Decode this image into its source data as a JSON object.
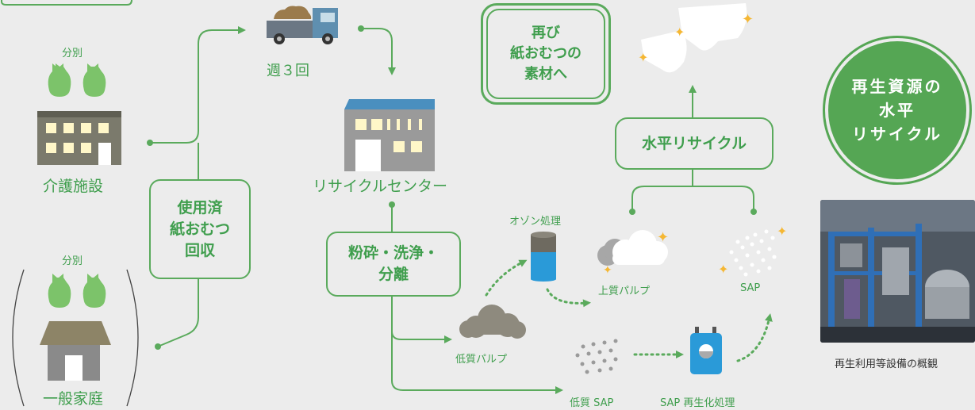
{
  "sorting_label_facility": "分別",
  "sorting_label_home": "分別",
  "facility_label": "介護施設",
  "home_label": "一般家庭",
  "collection_box": "使用済\n紙おむつ\n回収",
  "frequency_label": "週３回",
  "recycle_center_label": "リサイクルセンター",
  "process_box": "粉砕・洗浄・\n分離",
  "ozone_label": "オゾン処理",
  "high_pulp_label": "上質パルプ",
  "sap_label": "SAP",
  "low_pulp_label": "低質パルプ",
  "low_sap_label": "低質 SAP",
  "sap_regen_label": "SAP 再生化処理",
  "horizontal_recycle_box": "水平リサイクル",
  "reuse_box": "再び\n紙おむつの\n素材へ",
  "circle_text": "再生資源の\n水平\nリサイクル",
  "photo_caption": "再生利用等設備の概観",
  "colors": {
    "accent": "#5aaa5c",
    "circle": "#55a654",
    "background": "#ececec"
  }
}
